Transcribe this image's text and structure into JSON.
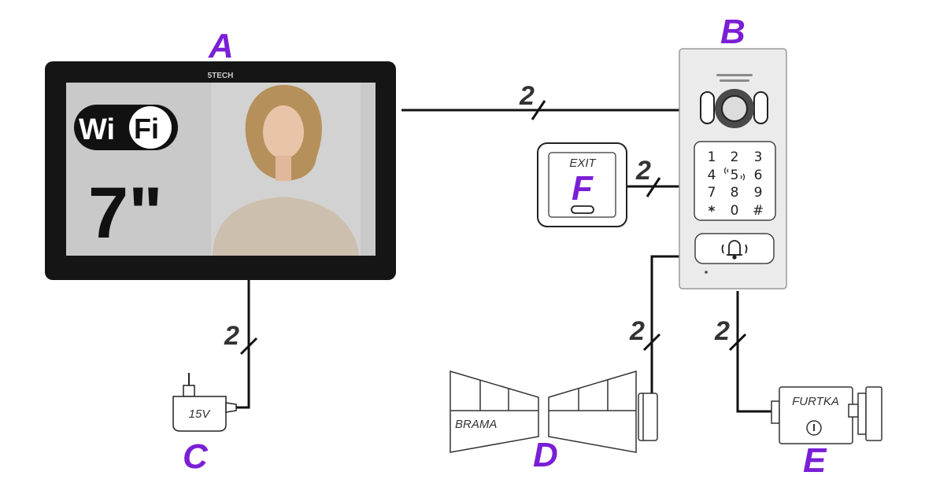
{
  "labels": {
    "monitor": "A",
    "panel": "B",
    "psu": "C",
    "gate": "D",
    "wicket": "E",
    "exit": "F"
  },
  "wire_count": "2",
  "monitor": {
    "brand": "5TECH",
    "wifi_left": "Wi",
    "wifi_right": "Fi",
    "screen_size": "7\""
  },
  "exit_button": {
    "text": "EXIT"
  },
  "psu": {
    "voltage": "15V"
  },
  "gate": {
    "text": "BRAMA"
  },
  "wicket": {
    "text": "FURTKA"
  },
  "keypad": {
    "keys": [
      "1",
      "2",
      "3",
      "4",
      "5",
      "6",
      "7",
      "8",
      "9",
      "*",
      "0",
      "#"
    ]
  },
  "colors": {
    "label": "#7a1fd6",
    "wire": "#111111",
    "screen_bg": "#c9c9c9"
  }
}
